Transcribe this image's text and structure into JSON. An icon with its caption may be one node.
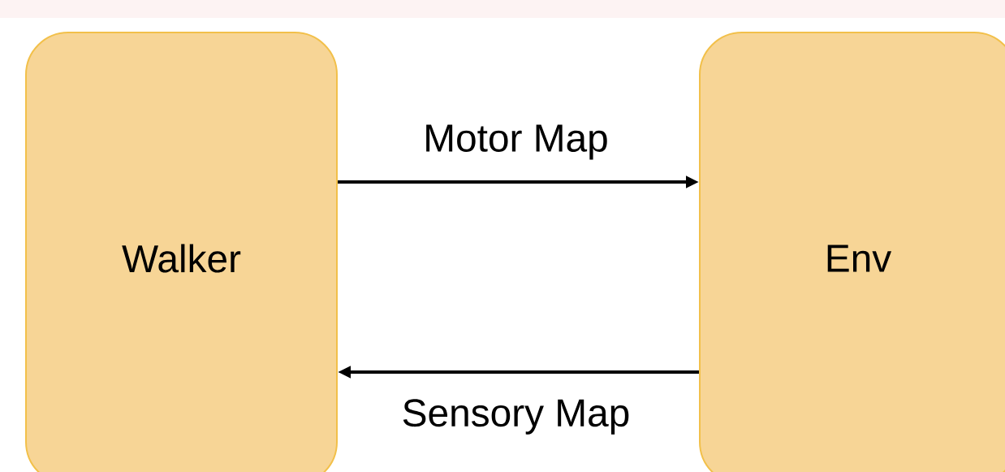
{
  "diagram": {
    "nodes": [
      {
        "text": [
          "Walker"
        ]
      },
      {
        "text": [
          "Env"
        ]
      }
    ],
    "edges": [
      {
        "from": 0,
        "to": 1,
        "arrow": "to",
        "label": "Motor Map"
      },
      {
        "from": 1,
        "to": 0,
        "arrow": "to",
        "label": "Sensory Map"
      }
    ]
  }
}
